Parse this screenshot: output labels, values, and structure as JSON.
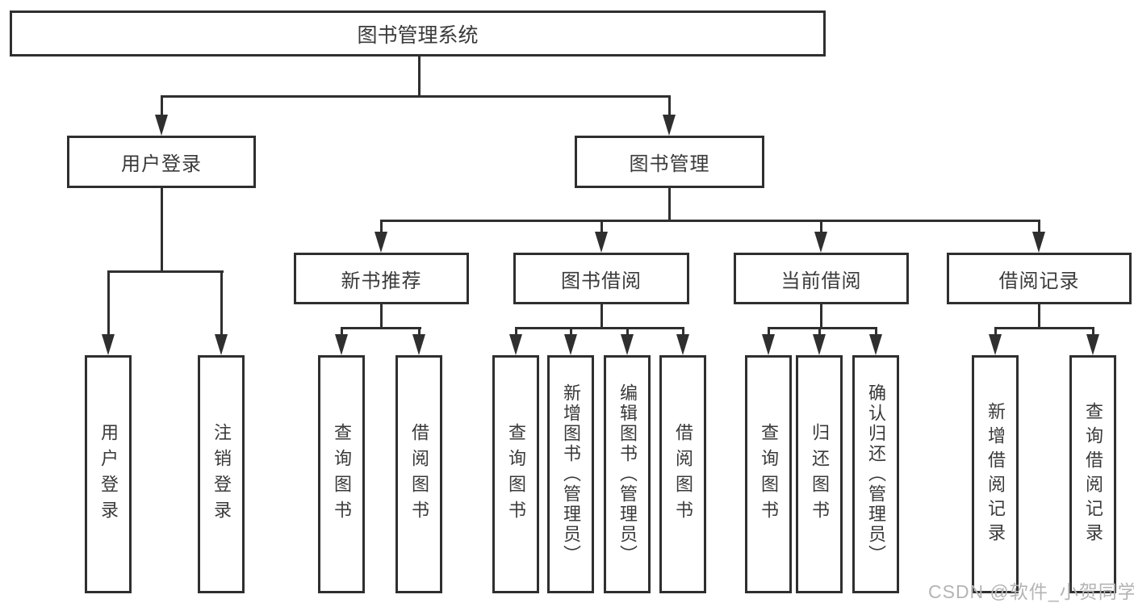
{
  "diagram": {
    "title": "图书管理系统",
    "colors": {
      "line": "#2f2f2f",
      "text": "#3a3a3a",
      "watermark": "#b4b4b4",
      "background": "#ffffff"
    },
    "root": {
      "label": "图书管理系统"
    },
    "branches": [
      {
        "label": "用户登录",
        "children": [
          {
            "label": "用户登录"
          },
          {
            "label": "注销登录"
          }
        ]
      },
      {
        "label": "图书管理",
        "sections": [
          {
            "label": "新书推荐",
            "children": [
              {
                "label": "查询图书"
              },
              {
                "label": "借阅图书"
              }
            ]
          },
          {
            "label": "图书借阅",
            "children": [
              {
                "label": "查询图书"
              },
              {
                "label": "新增图书（管理员）"
              },
              {
                "label": "编辑图书（管理员）"
              },
              {
                "label": "借阅图书"
              }
            ]
          },
          {
            "label": "当前借阅",
            "children": [
              {
                "label": "查询图书"
              },
              {
                "label": "归还图书"
              },
              {
                "label": "确认归还（管理员）"
              }
            ]
          },
          {
            "label": "借阅记录",
            "children": [
              {
                "label": "新增借阅记录"
              },
              {
                "label": "查询借阅记录"
              }
            ]
          }
        ]
      }
    ]
  },
  "watermark": {
    "text": "CSDN @软件_小贺同学"
  }
}
